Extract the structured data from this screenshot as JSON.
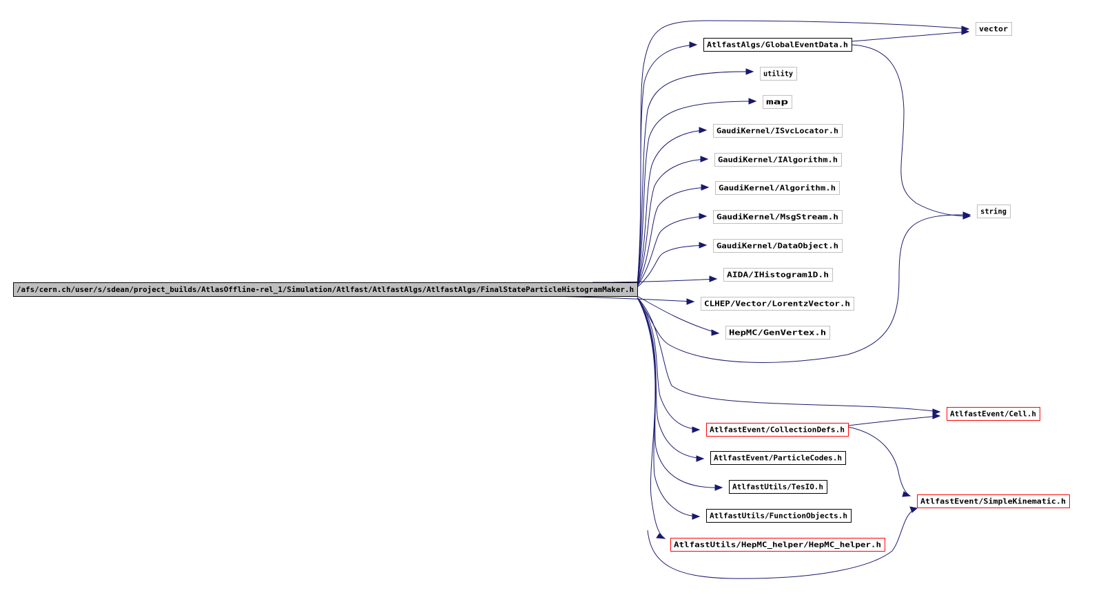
{
  "diagram": {
    "root": {
      "id": "root",
      "label": "/afs/cern.ch/user/s/sdean/project_builds/AtlasOffline-rel_1/Simulation/Atlfast/AtlfastAlgs/AtlfastAlgs/FinalStateParticleHistogramMaker.h",
      "kind": "root"
    },
    "nodes": [
      {
        "id": "vector",
        "label": "vector",
        "kind": "system"
      },
      {
        "id": "global",
        "label": "AtlfastAlgs/GlobalEventData.h",
        "kind": "local"
      },
      {
        "id": "utility",
        "label": "utility",
        "kind": "system"
      },
      {
        "id": "map",
        "label": "map",
        "kind": "system"
      },
      {
        "id": "isvc",
        "label": "GaudiKernel/ISvcLocator.h",
        "kind": "system"
      },
      {
        "id": "ialgo",
        "label": "GaudiKernel/IAlgorithm.h",
        "kind": "system"
      },
      {
        "id": "algo",
        "label": "GaudiKernel/Algorithm.h",
        "kind": "system"
      },
      {
        "id": "msg",
        "label": "GaudiKernel/MsgStream.h",
        "kind": "system"
      },
      {
        "id": "dataobj",
        "label": "GaudiKernel/DataObject.h",
        "kind": "system"
      },
      {
        "id": "aida",
        "label": "AIDA/IHistogram1D.h",
        "kind": "system"
      },
      {
        "id": "clhep",
        "label": "CLHEP/Vector/LorentzVector.h",
        "kind": "system"
      },
      {
        "id": "genvertex",
        "label": "HepMC/GenVertex.h",
        "kind": "system"
      },
      {
        "id": "string",
        "label": "string",
        "kind": "system"
      },
      {
        "id": "cell",
        "label": "AtlfastEvent/Cell.h",
        "kind": "missing"
      },
      {
        "id": "colldefs",
        "label": "AtlfastEvent/CollectionDefs.h",
        "kind": "missing"
      },
      {
        "id": "partcodes",
        "label": "AtlfastEvent/ParticleCodes.h",
        "kind": "local"
      },
      {
        "id": "tesio",
        "label": "AtlfastUtils/TesIO.h",
        "kind": "local"
      },
      {
        "id": "simplekin",
        "label": "AtlfastEvent/SimpleKinematic.h",
        "kind": "missing"
      },
      {
        "id": "funcobj",
        "label": "AtlfastUtils/FunctionObjects.h",
        "kind": "local"
      },
      {
        "id": "hepmchelper",
        "label": "AtlfastUtils/HepMC_helper/HepMC_helper.h",
        "kind": "missing"
      }
    ],
    "edges": [
      {
        "from": "root",
        "to": "vector"
      },
      {
        "from": "root",
        "to": "global"
      },
      {
        "from": "root",
        "to": "utility"
      },
      {
        "from": "root",
        "to": "map"
      },
      {
        "from": "root",
        "to": "isvc"
      },
      {
        "from": "root",
        "to": "ialgo"
      },
      {
        "from": "root",
        "to": "algo"
      },
      {
        "from": "root",
        "to": "msg"
      },
      {
        "from": "root",
        "to": "dataobj"
      },
      {
        "from": "root",
        "to": "aida"
      },
      {
        "from": "root",
        "to": "clhep"
      },
      {
        "from": "root",
        "to": "genvertex"
      },
      {
        "from": "root",
        "to": "string"
      },
      {
        "from": "root",
        "to": "cell"
      },
      {
        "from": "root",
        "to": "colldefs"
      },
      {
        "from": "root",
        "to": "partcodes"
      },
      {
        "from": "root",
        "to": "tesio"
      },
      {
        "from": "root",
        "to": "funcobj"
      },
      {
        "from": "root",
        "to": "hepmchelper"
      },
      {
        "from": "global",
        "to": "vector"
      },
      {
        "from": "global",
        "to": "string"
      },
      {
        "from": "colldefs",
        "to": "cell"
      },
      {
        "from": "colldefs",
        "to": "simplekin"
      },
      {
        "from": "hepmchelper",
        "to": "simplekin"
      }
    ],
    "colors": {
      "edge": "#191970",
      "root_fill": "#bfbfbf",
      "local_border": "#000000",
      "system_border": "#bfbfbf",
      "missing_border": "#ff0000"
    }
  }
}
